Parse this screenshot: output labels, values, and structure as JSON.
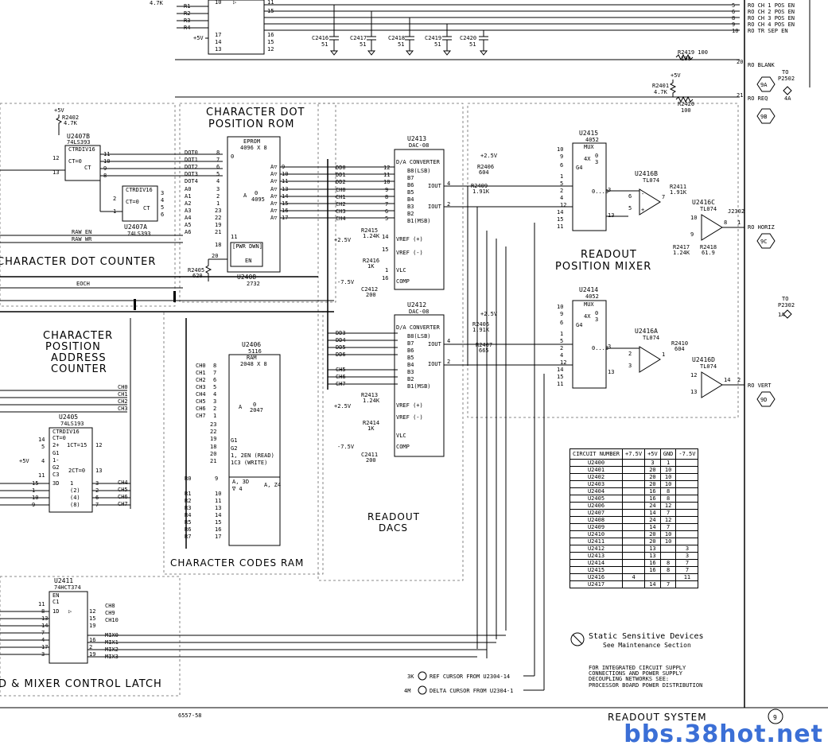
{
  "blocks": {
    "char_dot_rom": "CHARACTER DOT\nPOSITION ROM",
    "char_dot_counter": "CHARACTER DOT COUNTER",
    "char_pos_counter": "CHARACTER\nPOSITION\nADDRESS\nCOUNTER",
    "char_codes_ram": "CHARACTER CODES RAM",
    "readout_dacs": "READOUT\nDACS",
    "readout_mixer": "READOUT\nPOSITION MIXER",
    "mixer_latch": "D & MIXER CONTROL LATCH"
  },
  "chips": {
    "u2407b": {
      "ref": "U2407B",
      "type": "74LS393",
      "fn": "CTRDIV16"
    },
    "u2407a": {
      "ref": "U2407A",
      "type": "74LS393",
      "fn": "CTRDIV16"
    },
    "u2408": {
      "ref": "U2408",
      "type": "2732",
      "fn": "EPROM",
      "size": "4096 X 8"
    },
    "u2406": {
      "ref": "U2406",
      "type": "5116",
      "fn": "RAM",
      "size": "2048 X 8"
    },
    "u2405": {
      "ref": "U2405",
      "type": "74LS193",
      "fn": "CTRDIV16"
    },
    "u2411": {
      "ref": "U2411",
      "type": "74HCT374"
    },
    "u2413": {
      "ref": "U2413",
      "type": "DAC-08",
      "fn": "D/A CONVERTER"
    },
    "u2412": {
      "ref": "U2412",
      "type": "DAC-08",
      "fn": "D/A CONVERTER"
    },
    "u2415": {
      "ref": "U2415",
      "type": "4052",
      "fn": "MUX"
    },
    "u2414": {
      "ref": "U2414",
      "type": "4052",
      "fn": "MUX"
    },
    "u2416a": {
      "ref": "U2416A",
      "type": "TL074"
    },
    "u2416b": {
      "ref": "U2416B",
      "type": "TL074"
    },
    "u2416c": {
      "ref": "U2416C",
      "type": "TL074"
    },
    "u2416d": {
      "ref": "U2416D",
      "type": "TL074"
    }
  },
  "top_outputs": [
    "RO CH 1 POS EN",
    "RO CH 2 POS EN",
    "RO CH 3 POS EN",
    "RO CH 4 POS EN",
    "RO TR SEP EN"
  ],
  "caps_top": [
    {
      "ref": "C2416",
      "val": "51"
    },
    {
      "ref": "C2417",
      "val": "51"
    },
    {
      "ref": "C2418",
      "val": "51"
    },
    {
      "ref": "C2419",
      "val": "51"
    },
    {
      "ref": "C2420",
      "val": "51"
    }
  ],
  "right_signals": {
    "blank": "RO BLANK",
    "req": "RO REQ",
    "horiz": "RO HORIZ",
    "vert": "RO VERT",
    "to_p2502": "TO\nP2502",
    "to_p2302": "TO\nP2302",
    "conn_4a": "4A",
    "conn_1a": "1A",
    "conn_j2302": "J2302"
  },
  "tags": {
    "t9a": "9A",
    "t9b": "9B",
    "t9c": "9C",
    "t9d": "9D"
  },
  "ram_in": [
    "CH0",
    "CH1",
    "CH2",
    "CH3",
    "CH4",
    "CH5",
    "CH6",
    "CH7"
  ],
  "rom_in": [
    "DOT0",
    "DOT1",
    "DOT2",
    "DOT3",
    "DOT4",
    "A0",
    "A1",
    "A2",
    "A3",
    "A4",
    "A5",
    "A6"
  ],
  "dac_top_in": [
    "DD0",
    "DD1",
    "DD2",
    "CH0",
    "CH1",
    "CH2",
    "CH3",
    "CH4"
  ],
  "dac_bot_in": [
    "DD3",
    "DD4",
    "DD5",
    "DD6",
    "CH5",
    "CH6",
    "CH7"
  ],
  "dac_pins": [
    "B8(LSB)",
    "B7",
    "B6",
    "B5",
    "B4",
    "B3",
    "B2",
    "B1(MSB)"
  ],
  "latch_out": [
    "CH8",
    "CH9",
    "CH10",
    "MIX0",
    "MIX1",
    "MIX2",
    "MIX3"
  ],
  "misc": {
    "raw_en": "RAW EN",
    "raw_wr": "RAW WR",
    "eoch": "EOCH",
    "ref_cursor": "REF CURSOR FROM U2304-14",
    "delta_cursor": "DELTA CURSOR FROM U2304-1",
    "ref_pin": "3K",
    "delta_pin": "4M",
    "static_title": "Static Sensitive Devices",
    "static_sub": "See Maintenance Section",
    "supply_note": "FOR INTEGRATED CIRCUIT SUPPLY\nCONNECTIONS AND POWER SUPPLY\nDECOUPLING NETWORKS SEE:\nPROCESSOR BOARD POWER DISTRIBUTION",
    "sheet_title": "READOUT SYSTEM",
    "sheet_num": "9",
    "drawing_no": "6557-58",
    "watermark": "bbs.38hot.net"
  },
  "supply_table": {
    "headers": [
      "CIRCUIT NUMBER",
      "+7.5V",
      "+5V",
      "GND",
      "-7.5V"
    ],
    "rows": [
      [
        "U2400",
        "",
        "3",
        "1",
        ""
      ],
      [
        "U2401",
        "",
        "20",
        "10",
        ""
      ],
      [
        "U2402",
        "",
        "20",
        "10",
        ""
      ],
      [
        "U2403",
        "",
        "20",
        "10",
        ""
      ],
      [
        "U2404",
        "",
        "16",
        "8",
        ""
      ],
      [
        "U2405",
        "",
        "16",
        "8",
        ""
      ],
      [
        "U2406",
        "",
        "24",
        "12",
        ""
      ],
      [
        "U2407",
        "",
        "14",
        "7",
        ""
      ],
      [
        "U2408",
        "",
        "24",
        "12",
        ""
      ],
      [
        "U2409",
        "",
        "14",
        "7",
        ""
      ],
      [
        "U2410",
        "",
        "20",
        "10",
        ""
      ],
      [
        "U2411",
        "",
        "20",
        "10",
        ""
      ],
      [
        "U2412",
        "",
        "13",
        "",
        "3"
      ],
      [
        "U2413",
        "",
        "13",
        "",
        "3"
      ],
      [
        "U2414",
        "",
        "16",
        "8",
        "7"
      ],
      [
        "U2415",
        "",
        "16",
        "8",
        "7"
      ],
      [
        "U2416",
        "4",
        "",
        "",
        "11"
      ],
      [
        "U2417",
        "",
        "14",
        "7",
        ""
      ]
    ]
  },
  "resistors": {
    "r2402": "R2402\n4.7K",
    "r2405": "R2405\n620",
    "r2415": "R2415\n1.24K",
    "r2416": "R2416\n1K",
    "r2413": "R2413\n1.24K",
    "r2414": "R2414\n1K",
    "r2406": "R2406\n604",
    "r2409": "R2409\n1.91K",
    "r2408": "R2408\n1.91K",
    "r2407": "R2407\n665",
    "r2411": "R2411\n1.91K",
    "r2410": "R2410\n604",
    "r2417": "R2417\n1.24K",
    "r2418": "R2418\n61.9",
    "r2419": "R2419\n100",
    "r2420": "R2420\n100",
    "r2401": "R2401\n4.7K"
  },
  "caps_dac": {
    "c2412": "C2412\n200",
    "c2411": "C2411\n200"
  },
  "supplies": {
    "p5v": "+5V",
    "p25v": "+2.5V",
    "m75v": "-7.5V"
  }
}
